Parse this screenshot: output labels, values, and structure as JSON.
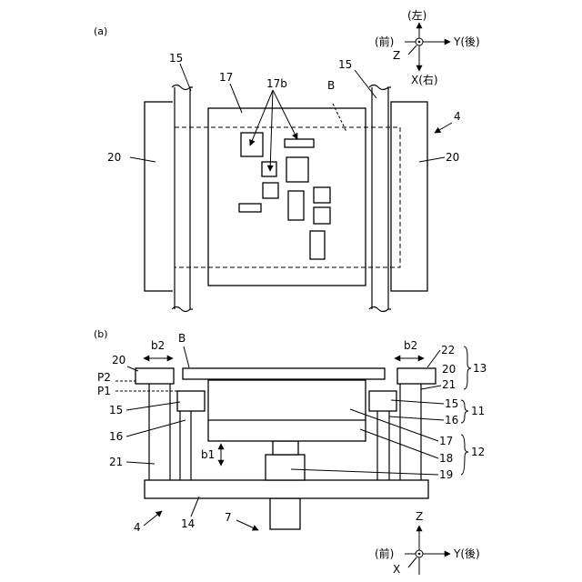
{
  "panels": {
    "a": "(a)",
    "b": "(b)"
  },
  "axes_a": {
    "left_kanji": "(左)",
    "front_kanji": "(前)",
    "z": "Z",
    "y": "Y(後)",
    "x": "X(右)"
  },
  "axes_b": {
    "z": "Z",
    "front_kanji": "(前)",
    "y": "Y(後)",
    "x": "X"
  },
  "labels_a": {
    "rail_left": "15",
    "rail_right": "15",
    "table": "17",
    "parts": "17b",
    "board": "B",
    "holder_left": "20",
    "holder_right": "20",
    "unit": "4"
  },
  "labels_b": {
    "b2_left": "b2",
    "b2_right": "b2",
    "board": "B",
    "holder_left": "20",
    "holder_right": "20",
    "n22": "22",
    "n13": "13",
    "n21_right": "21",
    "p2": "P2",
    "p1": "P1",
    "n15_left": "15",
    "n15_right": "15",
    "n11": "11",
    "n16_left": "16",
    "n16_right": "16",
    "n17": "17",
    "b1": "b1",
    "n18": "18",
    "n12": "12",
    "n21_left": "21",
    "n19": "19",
    "unit": "4",
    "base": "14",
    "n7": "7"
  }
}
